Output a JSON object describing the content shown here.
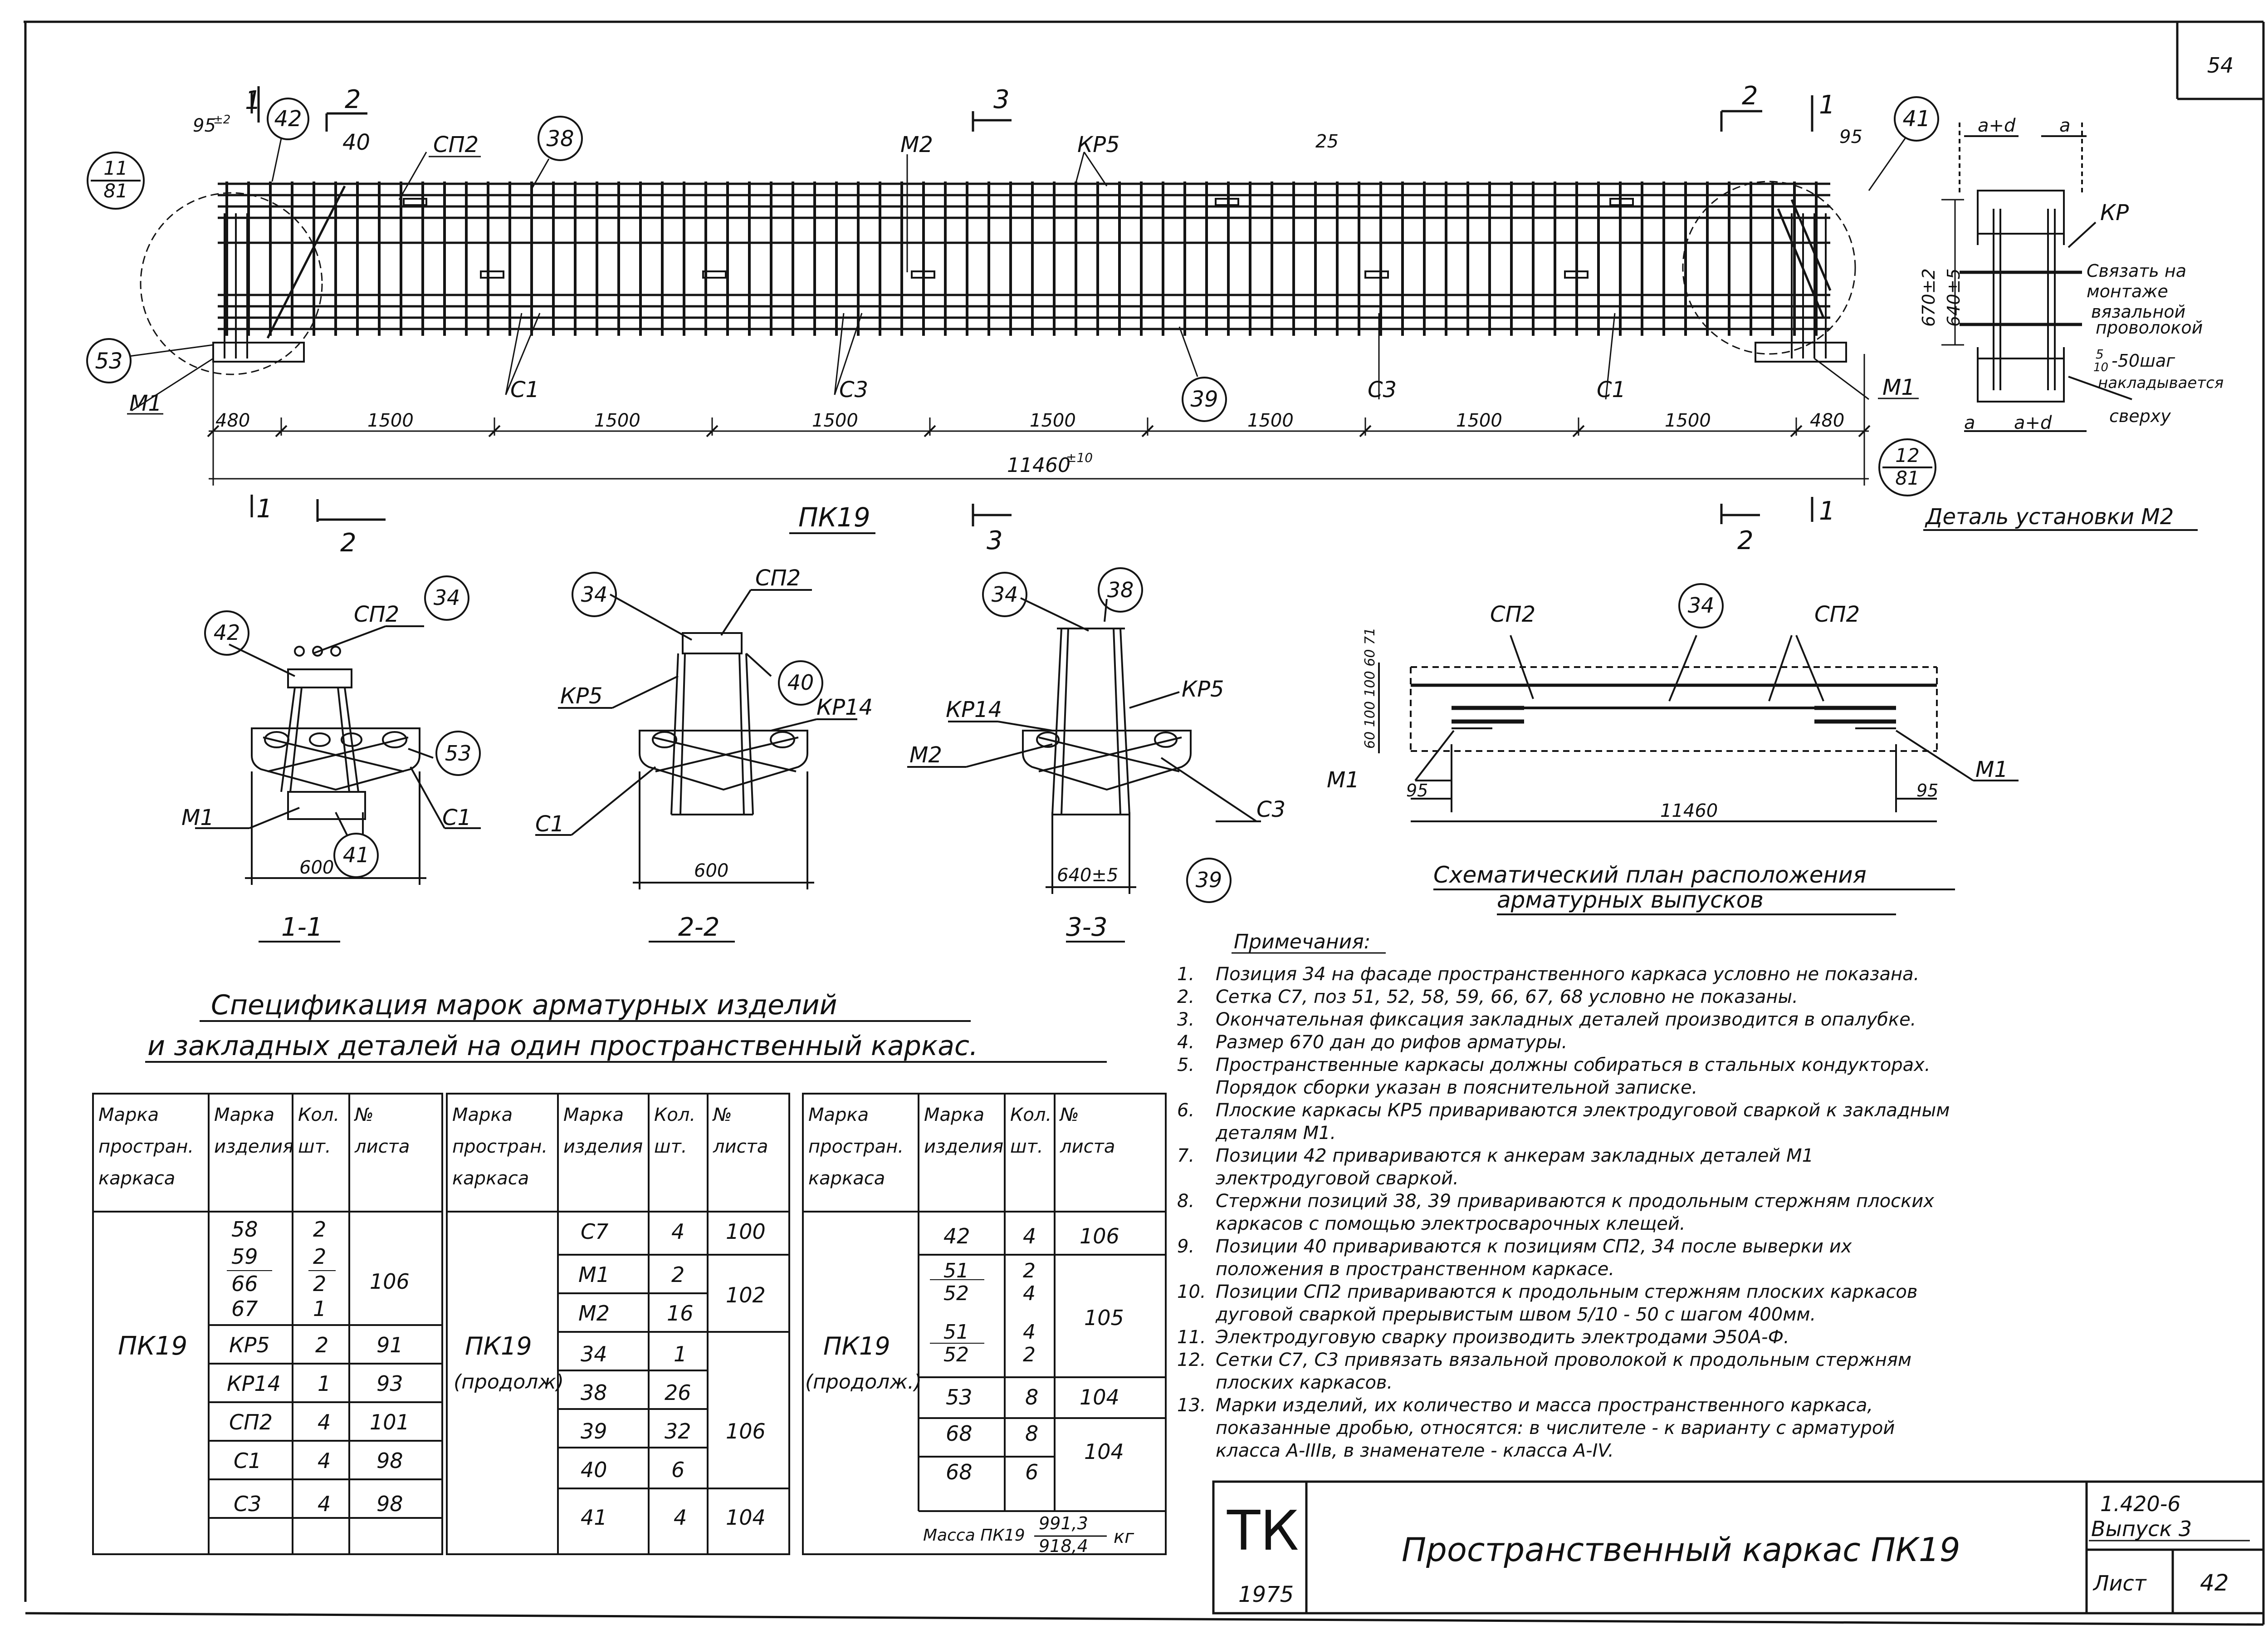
{
  "sheet_number": "54",
  "elevation": {
    "title": "ПК19",
    "section_marks": [
      "1",
      "2",
      "3"
    ],
    "callouts": [
      "42",
      "38",
      "41",
      "39",
      "53"
    ],
    "detail_ref_left": {
      "num": "11",
      "den": "81"
    },
    "detail_ref_right": {
      "num": "12",
      "den": "81"
    },
    "labels": {
      "sp2": "СП2",
      "kr5": "КР5",
      "m2": "М2",
      "m1": "М1",
      "c1": "С1",
      "c3": "С3",
      "pos40": "40"
    },
    "dims": {
      "top_left": "95",
      "top_left_sup": "±2",
      "top_25": "25",
      "top_right": "95",
      "height1": "670±2",
      "height2": "640±5",
      "end": "480",
      "bay": "1500",
      "total": "11460",
      "total_sup": "±10"
    }
  },
  "detail_m2": {
    "title": "Деталь установки М2",
    "a_d": "a+d",
    "a": "a",
    "kr": "КР",
    "note1": "Связать на",
    "note2": "монтаже",
    "note3": "вязальной",
    "note4": "проволокой",
    "frac_num": "5",
    "frac_den": "10",
    "frac_rest": "-50шаг",
    "note5": "накладывается",
    "note6": "сверху"
  },
  "sections": {
    "s11": {
      "title": "1-1",
      "sp2": "СП2",
      "c42": "42",
      "c34": "34",
      "c53": "53",
      "c41": "41",
      "m1": "М1",
      "c1": "С1",
      "dim": "600"
    },
    "s22": {
      "title": "2-2",
      "sp2": "СП2",
      "c34": "34",
      "c40": "40",
      "kr5": "КР5",
      "kr14": "КР14",
      "c1": "С1",
      "dim": "600"
    },
    "s33": {
      "title": "3-3",
      "c34": "34",
      "c38": "38",
      "kr5": "КР5",
      "kr14": "КР14",
      "m2": "М2",
      "c3": "С3",
      "dim": "640±5",
      "c39": "39"
    }
  },
  "plan": {
    "title_line1": "Схематический план расположения",
    "title_line2": "арматурных выпусков",
    "sp2_left": "СП2",
    "sp2_right": "СП2",
    "c34": "34",
    "m1_left": "М1",
    "m1_right": "М1",
    "dim95_left": "95",
    "dim95_right": "95",
    "dim_total": "11460",
    "vdims": "60 100 100 60 71"
  },
  "notes": {
    "heading": "Примечания:",
    "items": [
      {
        "n": "1.",
        "t": "Позиция 34 на фасаде пространственного каркаса условно не показана."
      },
      {
        "n": "2.",
        "t": "Сетка С7, поз 51, 52, 58, 59, 66, 67, 68 условно не показаны."
      },
      {
        "n": "3.",
        "t": "Окончательная фиксация закладных деталей производится в опалубке."
      },
      {
        "n": "4.",
        "t": "Размер 670 дан до рифов арматуры."
      },
      {
        "n": "5.",
        "t": "Пространственные каркасы должны собираться в стальных кондукторах."
      },
      {
        "n": "",
        "t": "Порядок сборки указан в пояснительной записке."
      },
      {
        "n": "6.",
        "t": "Плоские каркасы КР5 привариваются электродуговой сваркой к закладным"
      },
      {
        "n": "",
        "t": "деталям М1."
      },
      {
        "n": "7.",
        "t": "Позиции 42 привариваются к анкерам закладных деталей М1"
      },
      {
        "n": "",
        "t": "электродуговой сваркой."
      },
      {
        "n": "8.",
        "t": "Стержни позиций 38, 39 привариваются к продольным стержням плоских"
      },
      {
        "n": "",
        "t": "каркасов с помощью электросварочных клещей."
      },
      {
        "n": "9.",
        "t": "Позиции 40 привариваются к позициям СП2, 34 после выверки их"
      },
      {
        "n": "",
        "t": "положения в пространственном каркасе."
      },
      {
        "n": "10.",
        "t": "Позиции СП2 привариваются к продольным стержням плоских каркасов"
      },
      {
        "n": "",
        "t": "дуговой сваркой прерывистым швом 5/10 - 50 с шагом 400мм."
      },
      {
        "n": "11.",
        "t": "Электродуговую сварку производить электродами Э50А-Ф."
      },
      {
        "n": "12.",
        "t": "Сетки С7, С3 привязать вязальной проволокой к продольным стержням"
      },
      {
        "n": "",
        "t": "плоских каркасов."
      },
      {
        "n": "13.",
        "t": "Марки изделий, их количество и масса пространственного каркаса,"
      },
      {
        "n": "",
        "t": "показанные дробью, относятся: в числителе - к варианту с арматурой"
      },
      {
        "n": "",
        "t": "класса А-IIIв, в знаменателе - класса А-IV."
      }
    ]
  },
  "spec": {
    "title_line1": "Спецификация марок арматурных изделий",
    "title_line2": "и закладных деталей на один пространственный каркас.",
    "headers": [
      "Марка простран. каркаса",
      "Марка изделия",
      "Кол. шт.",
      "№ листа"
    ],
    "t1": {
      "frame": "ПК19",
      "rows": [
        {
          "m": "58",
          "q": "2"
        },
        {
          "m": "59",
          "q": "2"
        },
        {
          "m": "66",
          "q": "2"
        },
        {
          "m": "67",
          "q": "1"
        },
        {
          "m": "КР5",
          "q": "2",
          "s": "91"
        },
        {
          "m": "КР14",
          "q": "1",
          "s": "93"
        },
        {
          "m": "СП2",
          "q": "4",
          "s": "101"
        },
        {
          "m": "С1",
          "q": "4",
          "s": "98"
        },
        {
          "m": "С3",
          "q": "4",
          "s": "98"
        }
      ],
      "sheet_group": "106"
    },
    "t2": {
      "frame_line1": "ПК19",
      "frame_line2": "(продолж)",
      "rows": [
        {
          "m": "С7",
          "q": "4",
          "s": "100"
        },
        {
          "m": "М1",
          "q": "2"
        },
        {
          "m": "М2",
          "q": "16"
        },
        {
          "m": "34",
          "q": "1"
        },
        {
          "m": "38",
          "q": "26"
        },
        {
          "m": "39",
          "q": "32"
        },
        {
          "m": "40",
          "q": "6"
        },
        {
          "m": "41",
          "q": "4",
          "s": "104"
        }
      ],
      "s_m1m2": "102",
      "s_38_40": "106"
    },
    "t3": {
      "frame_line1": "ПК19",
      "frame_line2": "(продолж.)",
      "rows": [
        {
          "m": "42",
          "q": "4",
          "s": "106"
        },
        {
          "m": "51",
          "q": "2"
        },
        {
          "m": "52",
          "q": "4"
        },
        {
          "m": "51",
          "q": "4"
        },
        {
          "m": "52",
          "q": "2"
        },
        {
          "m": "53",
          "q": "8",
          "s": "104"
        },
        {
          "m": "68",
          "q": "8"
        },
        {
          "m": "68",
          "q": "6"
        }
      ],
      "s_51_52": "105",
      "s_68": "104",
      "mass_label": "Масса ПК19",
      "mass_num": "991,3",
      "mass_den": "918,4",
      "mass_unit": "кг"
    }
  },
  "title_block": {
    "logo": "ТК",
    "year": "1975",
    "title": "Пространственный каркас ПК19",
    "series": "1.420-6",
    "issue": "Выпуск 3",
    "sheet_label": "Лист",
    "sheet_value": "42"
  }
}
